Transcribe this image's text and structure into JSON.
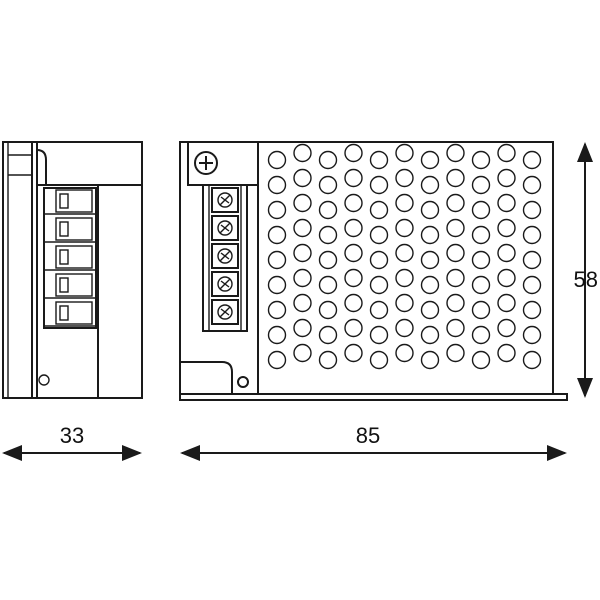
{
  "dimensions": {
    "side_width": "33",
    "front_width": "85",
    "height": "58"
  },
  "colors": {
    "line": "#1a1a1a",
    "background": "#ffffff"
  },
  "front_view": {
    "vent_hole_rows": 9,
    "vent_hole_columns": 11,
    "terminal_count": 5
  },
  "side_view": {
    "terminal_count": 5
  }
}
